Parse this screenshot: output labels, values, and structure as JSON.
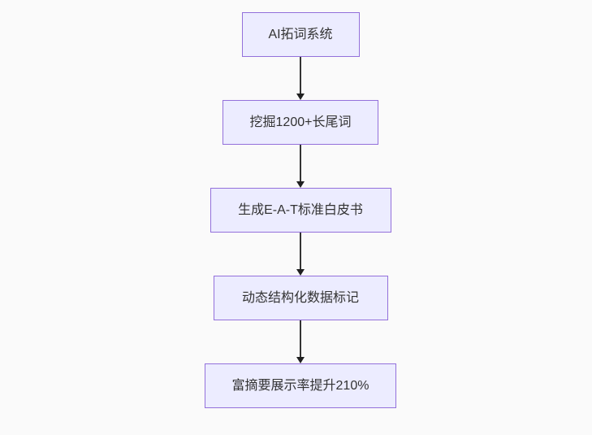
{
  "diagram": {
    "type": "flowchart",
    "direction": "top-down",
    "nodes": [
      {
        "id": "A",
        "label": "AI拓词系统"
      },
      {
        "id": "B",
        "label": "挖掘1200+长尾词"
      },
      {
        "id": "C",
        "label": "生成E-A-T标准白皮书"
      },
      {
        "id": "D",
        "label": "动态结构化数据标记"
      },
      {
        "id": "E",
        "label": "富摘要展示率提升210%"
      }
    ],
    "edges": [
      {
        "from": "A",
        "to": "B",
        "style": "arrow-down"
      },
      {
        "from": "B",
        "to": "C",
        "style": "arrow-down"
      },
      {
        "from": "C",
        "to": "D",
        "style": "arrow-down"
      },
      {
        "from": "D",
        "to": "E",
        "style": "arrow-down"
      }
    ],
    "colors": {
      "background": "#fafafa",
      "node_fill": "#ececff",
      "node_border": "#9370db",
      "node_text": "#333333",
      "arrow_line": "#333333",
      "arrow_head": "#1f2020"
    }
  }
}
